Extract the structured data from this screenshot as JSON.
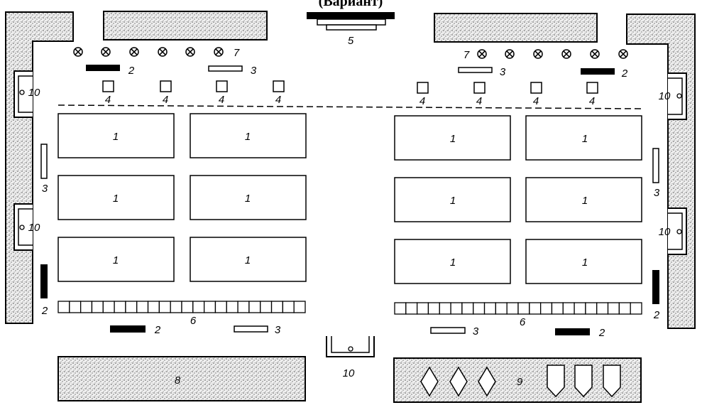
{
  "title_fragment": "(Вариант)",
  "legend_numbers": {
    "table": "1",
    "black_board": "2",
    "white_board": "3",
    "small_square": "4",
    "podium": "5",
    "grid_strip": "6",
    "lamp": "7",
    "stipple_bench_left": "8",
    "stipple_bench_right": "9",
    "door": "10"
  }
}
